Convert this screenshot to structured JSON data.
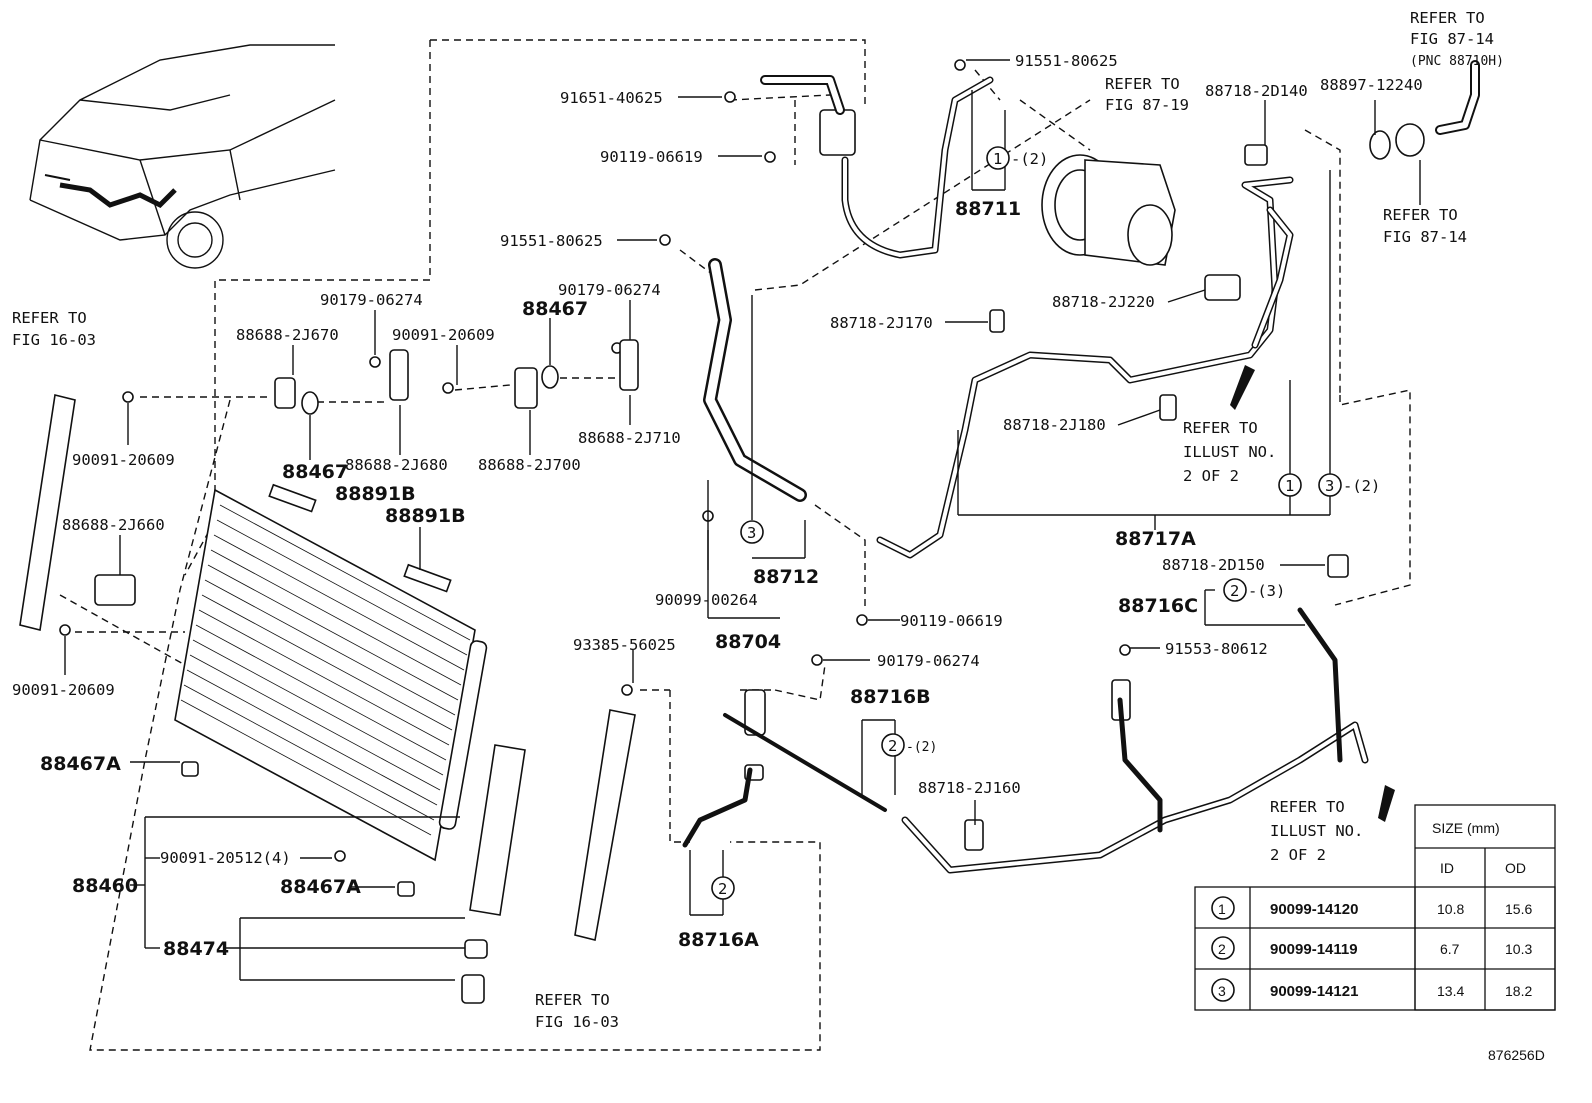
{
  "figure_id": "876256D",
  "part_labels": {
    "p91651_40625": "91651-40625",
    "p90119_06619_top": "90119-06619",
    "p91551_80625_top": "91551-80625",
    "p88711": "88711",
    "p91551_80625_mid": "91551-80625",
    "p90179_06274_a": "90179-06274",
    "p88688_2J670": "88688-2J670",
    "p90091_20609_a": "90091-20609",
    "p88467_top": "88467",
    "p90179_06274_b": "90179-06274",
    "p90091_20609_b": "90091-20609",
    "p88467_bottom": "88467",
    "p88688_2J680": "88688-2J680",
    "p88688_2J700": "88688-2J700",
    "p88688_2J710": "88688-2J710",
    "p88891B_a": "88891B",
    "p88891B_b": "88891B",
    "p88688_2J660": "88688-2J660",
    "p90091_20609_c": "90091-20609",
    "p88467A_a": "88467A",
    "p90091_20512": "90091-20512(4)",
    "p88467A_b": "88467A",
    "p88460": "88460",
    "p88474": "88474",
    "p88712": "88712",
    "p90099_00264": "90099-00264",
    "p88704": "88704",
    "p90119_06619_mid": "90119-06619",
    "p93385_56025": "93385-56025",
    "p90179_06274_c": "90179-06274",
    "p88716B": "88716B",
    "p88718_2J160": "88718-2J160",
    "p88716A": "88716A",
    "p88718_2D140": "88718-2D140",
    "p88897_12240": "88897-12240",
    "p88718_2J220": "88718-2J220",
    "p88718_2J170": "88718-2J170",
    "p88718_2J180": "88718-2J180",
    "p88717A": "88717A",
    "p88718_2D150": "88718-2D150",
    "p88716C": "88716C",
    "p91553_80612": "91553-80612"
  },
  "references": {
    "fig_87_14_top": [
      "REFER TO",
      "FIG 87-14",
      "(PNC 88710H)"
    ],
    "fig_87_19": [
      "REFER TO",
      "FIG 87-19"
    ],
    "fig_87_14_right": [
      "REFER TO",
      "FIG 87-14"
    ],
    "fig_16_03_left": [
      "REFER TO",
      "FIG 16-03"
    ],
    "fig_16_03_bottom": [
      "REFER TO",
      "FIG 16-03"
    ],
    "illust_2_of_2_a": [
      "REFER TO",
      "ILLUST NO.",
      "2 OF 2"
    ],
    "illust_2_of_2_b": [
      "REFER TO",
      "ILLUST NO.",
      "2 OF 2"
    ]
  },
  "callouts": {
    "c1": "1",
    "c2": "2",
    "c3": "3",
    "qty2": "-(2)",
    "qty3": "-(3)"
  },
  "size_table": {
    "header": "SIZE (mm)",
    "col_id": "ID",
    "col_od": "OD",
    "rows": [
      {
        "num": "1",
        "part": "90099-14120",
        "id": "10.8",
        "od": "15.6"
      },
      {
        "num": "2",
        "part": "90099-14119",
        "id": "6.7",
        "od": "10.3"
      },
      {
        "num": "3",
        "part": "90099-14121",
        "id": "13.4",
        "od": "18.2"
      }
    ]
  }
}
